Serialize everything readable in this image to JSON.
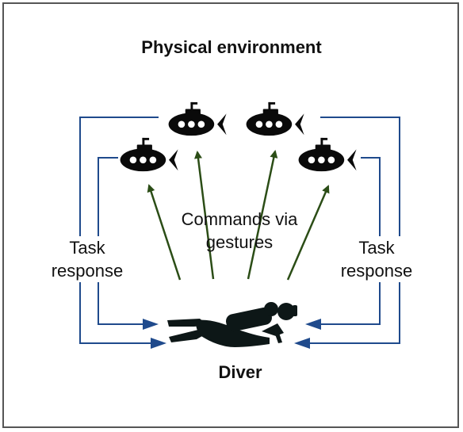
{
  "title": "Physical environment",
  "center_label": {
    "line1": "Commands via",
    "line2": "gestures"
  },
  "left_label": {
    "line1": "Task",
    "line2": "response"
  },
  "right_label": {
    "line1": "Task",
    "line2": "response"
  },
  "bottom_label": "Diver",
  "icons": {
    "robots": [
      "submarine-icon",
      "submarine-icon",
      "submarine-icon",
      "submarine-icon"
    ],
    "human": "scuba-diver-icon"
  },
  "colors": {
    "command_arrow": "#2b4d16",
    "response_arrow": "#1f4a8c",
    "icon_fill": "#0a0a0a",
    "diver_fill": "#0d1717"
  }
}
